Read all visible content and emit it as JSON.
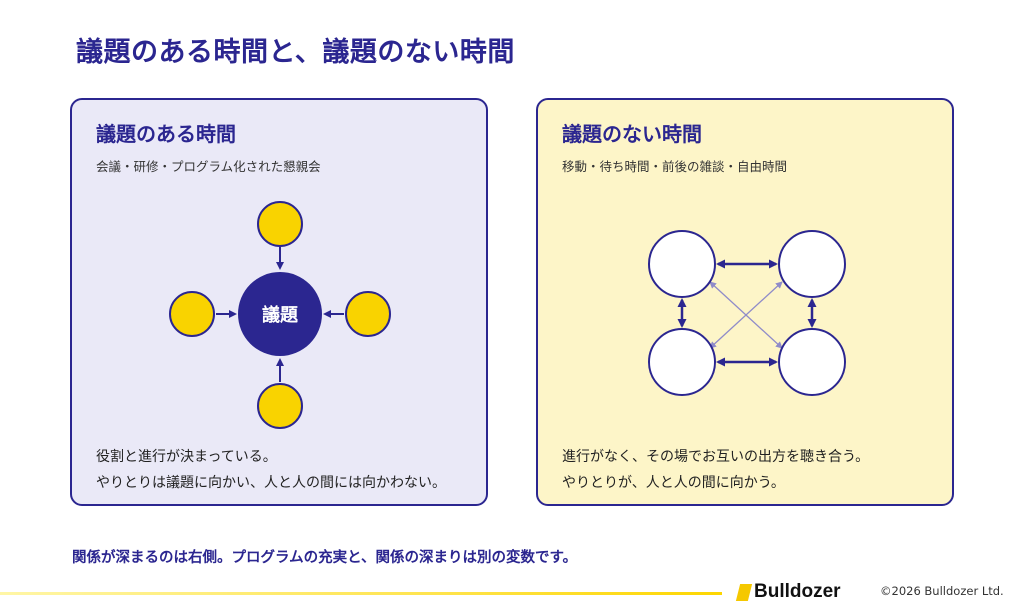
{
  "page_title": "議題のある時間と、議題のない時間",
  "left_panel": {
    "title": "議題のある時間",
    "subtitle": "会議・研修・プログラム化された懇親会",
    "center_label": "議題",
    "desc_line1": "役割と進行が決まっている。",
    "desc_line2": "やりとりは議題に向かい、人と人の間には向かわない。"
  },
  "right_panel": {
    "title": "議題のない時間",
    "subtitle": "移動・待ち時間・前後の雑談・自由時間",
    "desc_line1": "進行がなく、その場でお互いの出方を聴き合う。",
    "desc_line2": "やりとりが、人と人の間に向かう。"
  },
  "footer_note": "関係が深まるのは右側。プログラムの充実と、関係の深まりは別の変数です。",
  "logo_text": "Bulldozer",
  "copyright": "©2026 Bulldozer Ltd.",
  "colors": {
    "navy": "#2b2690",
    "yellow_node": "#f9d300",
    "left_bg": "#eae9f7",
    "right_bg": "#fdf5c8",
    "cross_line": "#8f8bc9"
  }
}
